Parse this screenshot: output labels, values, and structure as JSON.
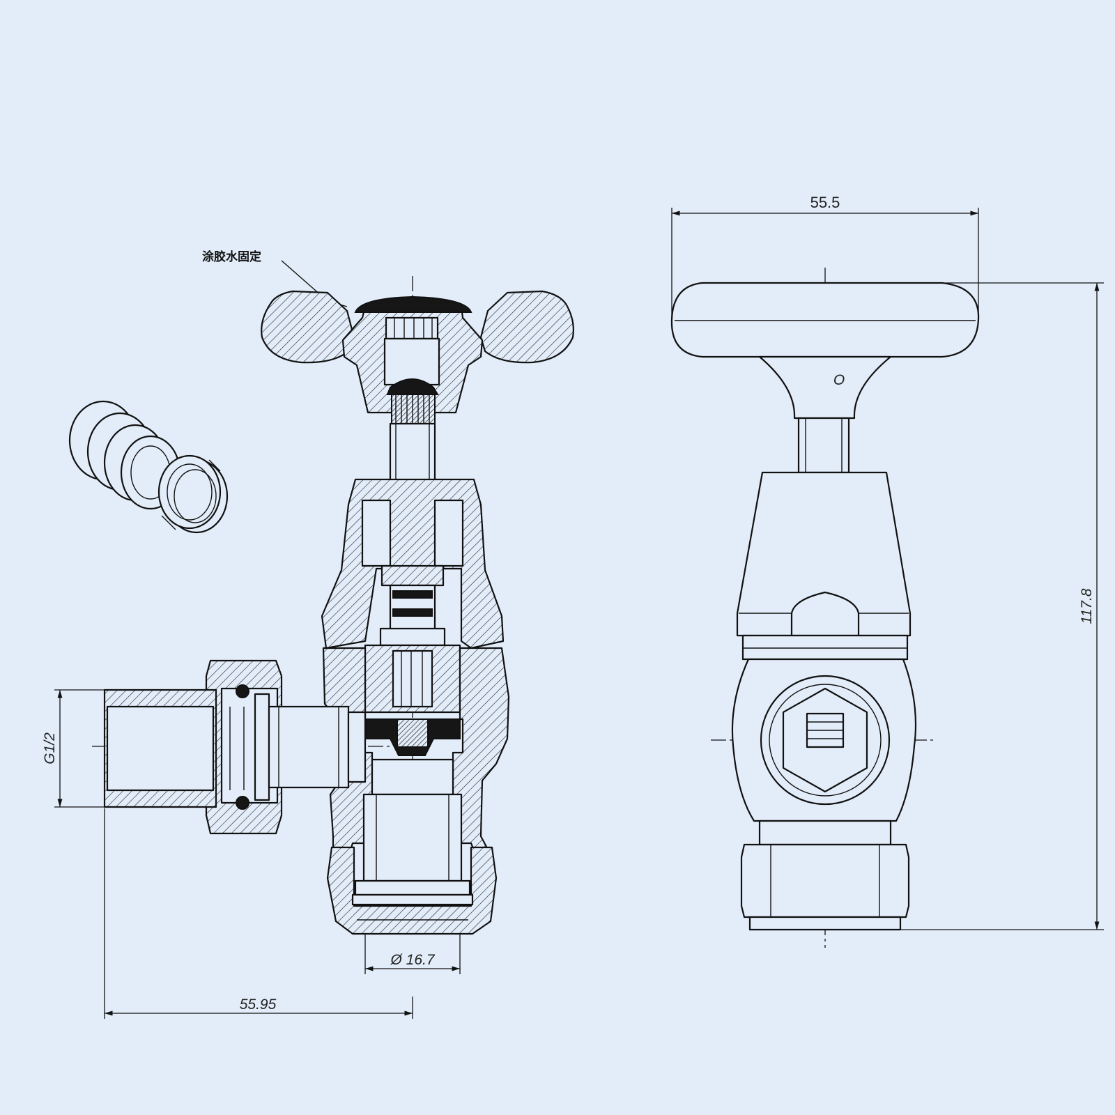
{
  "annotation": "涂胶水固定",
  "dimensions": {
    "handle_width": "55.5",
    "overall_height": "117.8",
    "thread": "G1/2",
    "outlet_diameter": "Ø 16.7",
    "inlet_length": "55.95"
  },
  "colors": {
    "background": "#e3edf9",
    "line": "#111111"
  },
  "icons": [
    "compression-olive-icon",
    "cap-nut-icon"
  ]
}
